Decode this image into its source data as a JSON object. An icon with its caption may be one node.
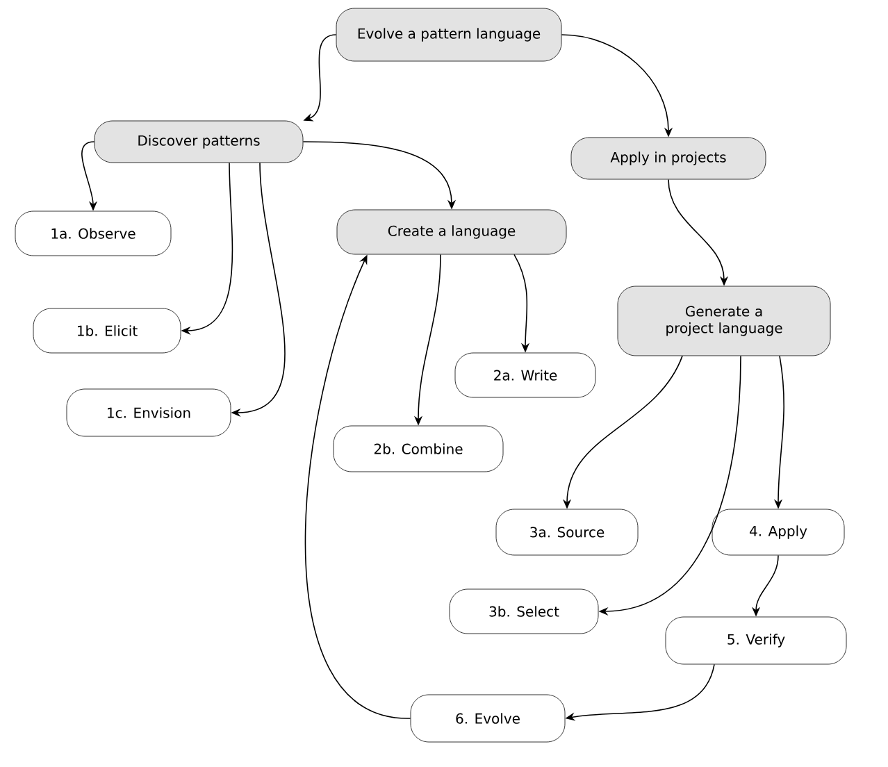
{
  "diagram": {
    "nodes": [
      {
        "text": [
          "Evolve a pattern language"
        ]
      },
      {
        "text": [
          "Discover patterns"
        ]
      },
      {
        "text": [
          "Apply in projects"
        ]
      },
      {
        "text": [
          "1a. Observe"
        ]
      },
      {
        "text": [
          "Create a language"
        ]
      },
      {
        "text": [
          "1b. Elicit"
        ]
      },
      {
        "text": [
          "Generate a project language"
        ]
      },
      {
        "text": [
          "2a. Write"
        ]
      },
      {
        "text": [
          "1c. Envision"
        ]
      },
      {
        "text": [
          "2b. Combine"
        ]
      },
      {
        "text": [
          "3a. Source"
        ]
      },
      {
        "text": [
          "4. Apply"
        ]
      },
      {
        "text": [
          "3b. Select"
        ]
      },
      {
        "text": [
          "5. Verify"
        ]
      },
      {
        "text": [
          "6. Evolve"
        ]
      }
    ],
    "edges": [
      {
        "from": 0,
        "to": 1,
        "arrow": "to"
      },
      {
        "from": 0,
        "to": 2,
        "arrow": "to"
      },
      {
        "from": 1,
        "to": 3,
        "arrow": "to"
      },
      {
        "from": 1,
        "to": 5,
        "arrow": "to"
      },
      {
        "from": 1,
        "to": 8,
        "arrow": "to"
      },
      {
        "from": 1,
        "to": 4,
        "arrow": "to"
      },
      {
        "from": 2,
        "to": 6,
        "arrow": "to"
      },
      {
        "from": 4,
        "to": 7,
        "arrow": "to"
      },
      {
        "from": 4,
        "to": 9,
        "arrow": "to"
      },
      {
        "from": 6,
        "to": 10,
        "arrow": "to"
      },
      {
        "from": 6,
        "to": 12,
        "arrow": "to"
      },
      {
        "from": 6,
        "to": 11,
        "arrow": "to"
      },
      {
        "from": 11,
        "to": 13,
        "arrow": "to"
      },
      {
        "from": 13,
        "to": 14,
        "arrow": "to"
      },
      {
        "from": 14,
        "to": 4,
        "arrow": "to"
      }
    ]
  }
}
